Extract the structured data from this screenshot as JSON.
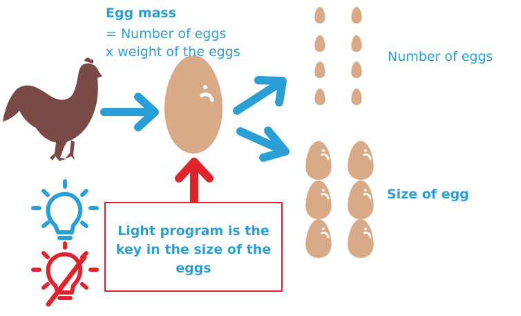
{
  "colors": {
    "blue": "#2a9fd6",
    "red": "#e0242d",
    "egg": "#d9aa88",
    "hen": "#7a4a47"
  },
  "heading": {
    "title": "Egg mass",
    "formula_line1": "= Number of eggs",
    "formula_line2": "x weight of the eggs"
  },
  "labels": {
    "number_of_eggs": "Number of eggs",
    "size_of_egg": "Size of egg"
  },
  "light_box": {
    "text": "Light program is the key in the size of the eggs"
  },
  "icons": [
    "hen-icon",
    "arrow-right-icon",
    "egg-icon",
    "lightbulb-on-icon",
    "lightbulb-off-icon",
    "arrow-up-icon"
  ]
}
